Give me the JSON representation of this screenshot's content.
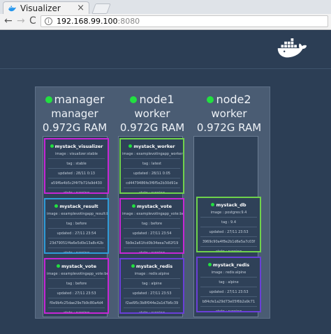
{
  "browser": {
    "tab_title": "Visualizer",
    "close_glyph": "×",
    "back_glyph": "←",
    "forward_glyph": "→",
    "reload_glyph": "C",
    "info_glyph": "i",
    "url_host": "192.168.99.100",
    "url_port": ":8080"
  },
  "nodes": [
    {
      "name": "manager",
      "role": "manager",
      "ram": "0.972G RAM"
    },
    {
      "name": "node1",
      "role": "worker",
      "ram": "0.972G RAM"
    },
    {
      "name": "node2",
      "role": "worker",
      "ram": "0.972G RAM"
    }
  ],
  "services": {
    "manager": [
      {
        "name": "mystack_visualizer",
        "color": "#c726d6",
        "image": "image : visualizer:stable",
        "tag": "tag : stable",
        "updated": "updated : 28/11 0:13",
        "id": "a59f6e4b5c2f4f7b71fa9d430",
        "state": "state : running"
      },
      {
        "name": "mystack_result",
        "color": "#2f9cd8",
        "image": "image : examplevotingapp_result:be",
        "tag": "tag : before",
        "updated": "updated : 27/11 23:54",
        "id": "23d79051f4a6e5d0e13a8c42b",
        "state": "state : running"
      },
      {
        "name": "mystack_vote",
        "color": "#c726d6",
        "image": "image : examplevotingapp_vote:bef",
        "tag": "tag : before",
        "updated": "updated : 27/11 23:53",
        "id": "f0e9b4c25dae29e7b9c80a4d4",
        "state": "state : running"
      }
    ],
    "node1": [
      {
        "name": "mystack_worker",
        "color": "#6fd34b",
        "image": "image : examplevotingapp_worker",
        "tag": "tag : latest",
        "updated": "updated : 28/11 0:05",
        "id": "cd4479486fe3f6f5e2b30d91e",
        "state": "state : running"
      },
      {
        "name": "mystack_vote",
        "color": "#c726d6",
        "image": "image : examplevotingapp_vote:bef",
        "tag": "tag : before",
        "updated": "updated : 27/11 23:54",
        "id": "5b9e2a61fcd0b34eea7e82f19",
        "state": "state : running"
      },
      {
        "name": "mystack_redis",
        "color": "#6a3fd8",
        "image": "image : redis:alpine",
        "tag": "tag : alpine",
        "updated": "updated : 27/11 23:53",
        "id": "f2ad95c3b8f044e2a1d7b6c39",
        "state": "state : running"
      }
    ],
    "node2": [
      {
        "name": "mystack_db",
        "color": "#6fd34b",
        "image": "image : postgres:9.4",
        "tag": "tag : 9.4",
        "updated": "updated : 27/11 23:53",
        "id": "3969c90a4f8e2b1d6e5a7c03f",
        "state": "state : running"
      },
      {
        "name": "mystack_redis",
        "color": "#6a3fd8",
        "image": "image : redis:alpine",
        "tag": "tag : alpine",
        "updated": "updated : 27/11 23:53",
        "id": "b84cfe1a29d73e05f6b2a9c71",
        "state": "state : running"
      }
    ]
  },
  "icons": {
    "favicon": "docker-whale-icon",
    "logo": "docker-whale-icon",
    "status": "running-dot-icon"
  },
  "colors": {
    "running": "#22e040",
    "background": "#2c3e55",
    "swarm": "#4a5c73"
  }
}
